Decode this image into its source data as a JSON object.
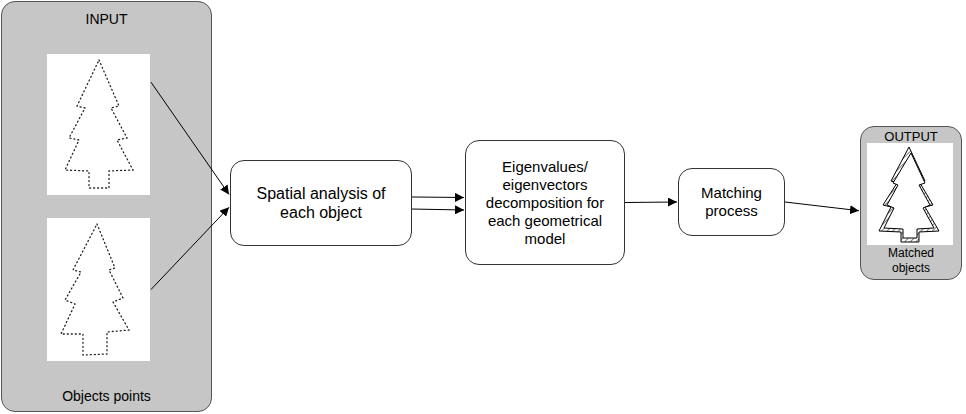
{
  "diagram": {
    "nodes": [
      {
        "text": [
          "INPUT",
          "Objects points"
        ]
      },
      {
        "text": [
          "Spatial analysis of each object"
        ]
      },
      {
        "text": [
          "Eigenvalues/ eigenvectors decomposition for each geometrical model"
        ]
      },
      {
        "text": [
          "Matching process"
        ]
      },
      {
        "text": [
          "OUTPUT",
          "Matched objects"
        ]
      }
    ],
    "edges": [
      {
        "from": 0,
        "to": 1,
        "arrow": "to"
      },
      {
        "from": 0,
        "to": 1,
        "arrow": "to"
      },
      {
        "from": 1,
        "to": 2,
        "arrow": "to"
      },
      {
        "from": 1,
        "to": 2,
        "arrow": "to"
      },
      {
        "from": 2,
        "to": 3,
        "arrow": "to"
      },
      {
        "from": 3,
        "to": 4,
        "arrow": "to"
      }
    ]
  }
}
